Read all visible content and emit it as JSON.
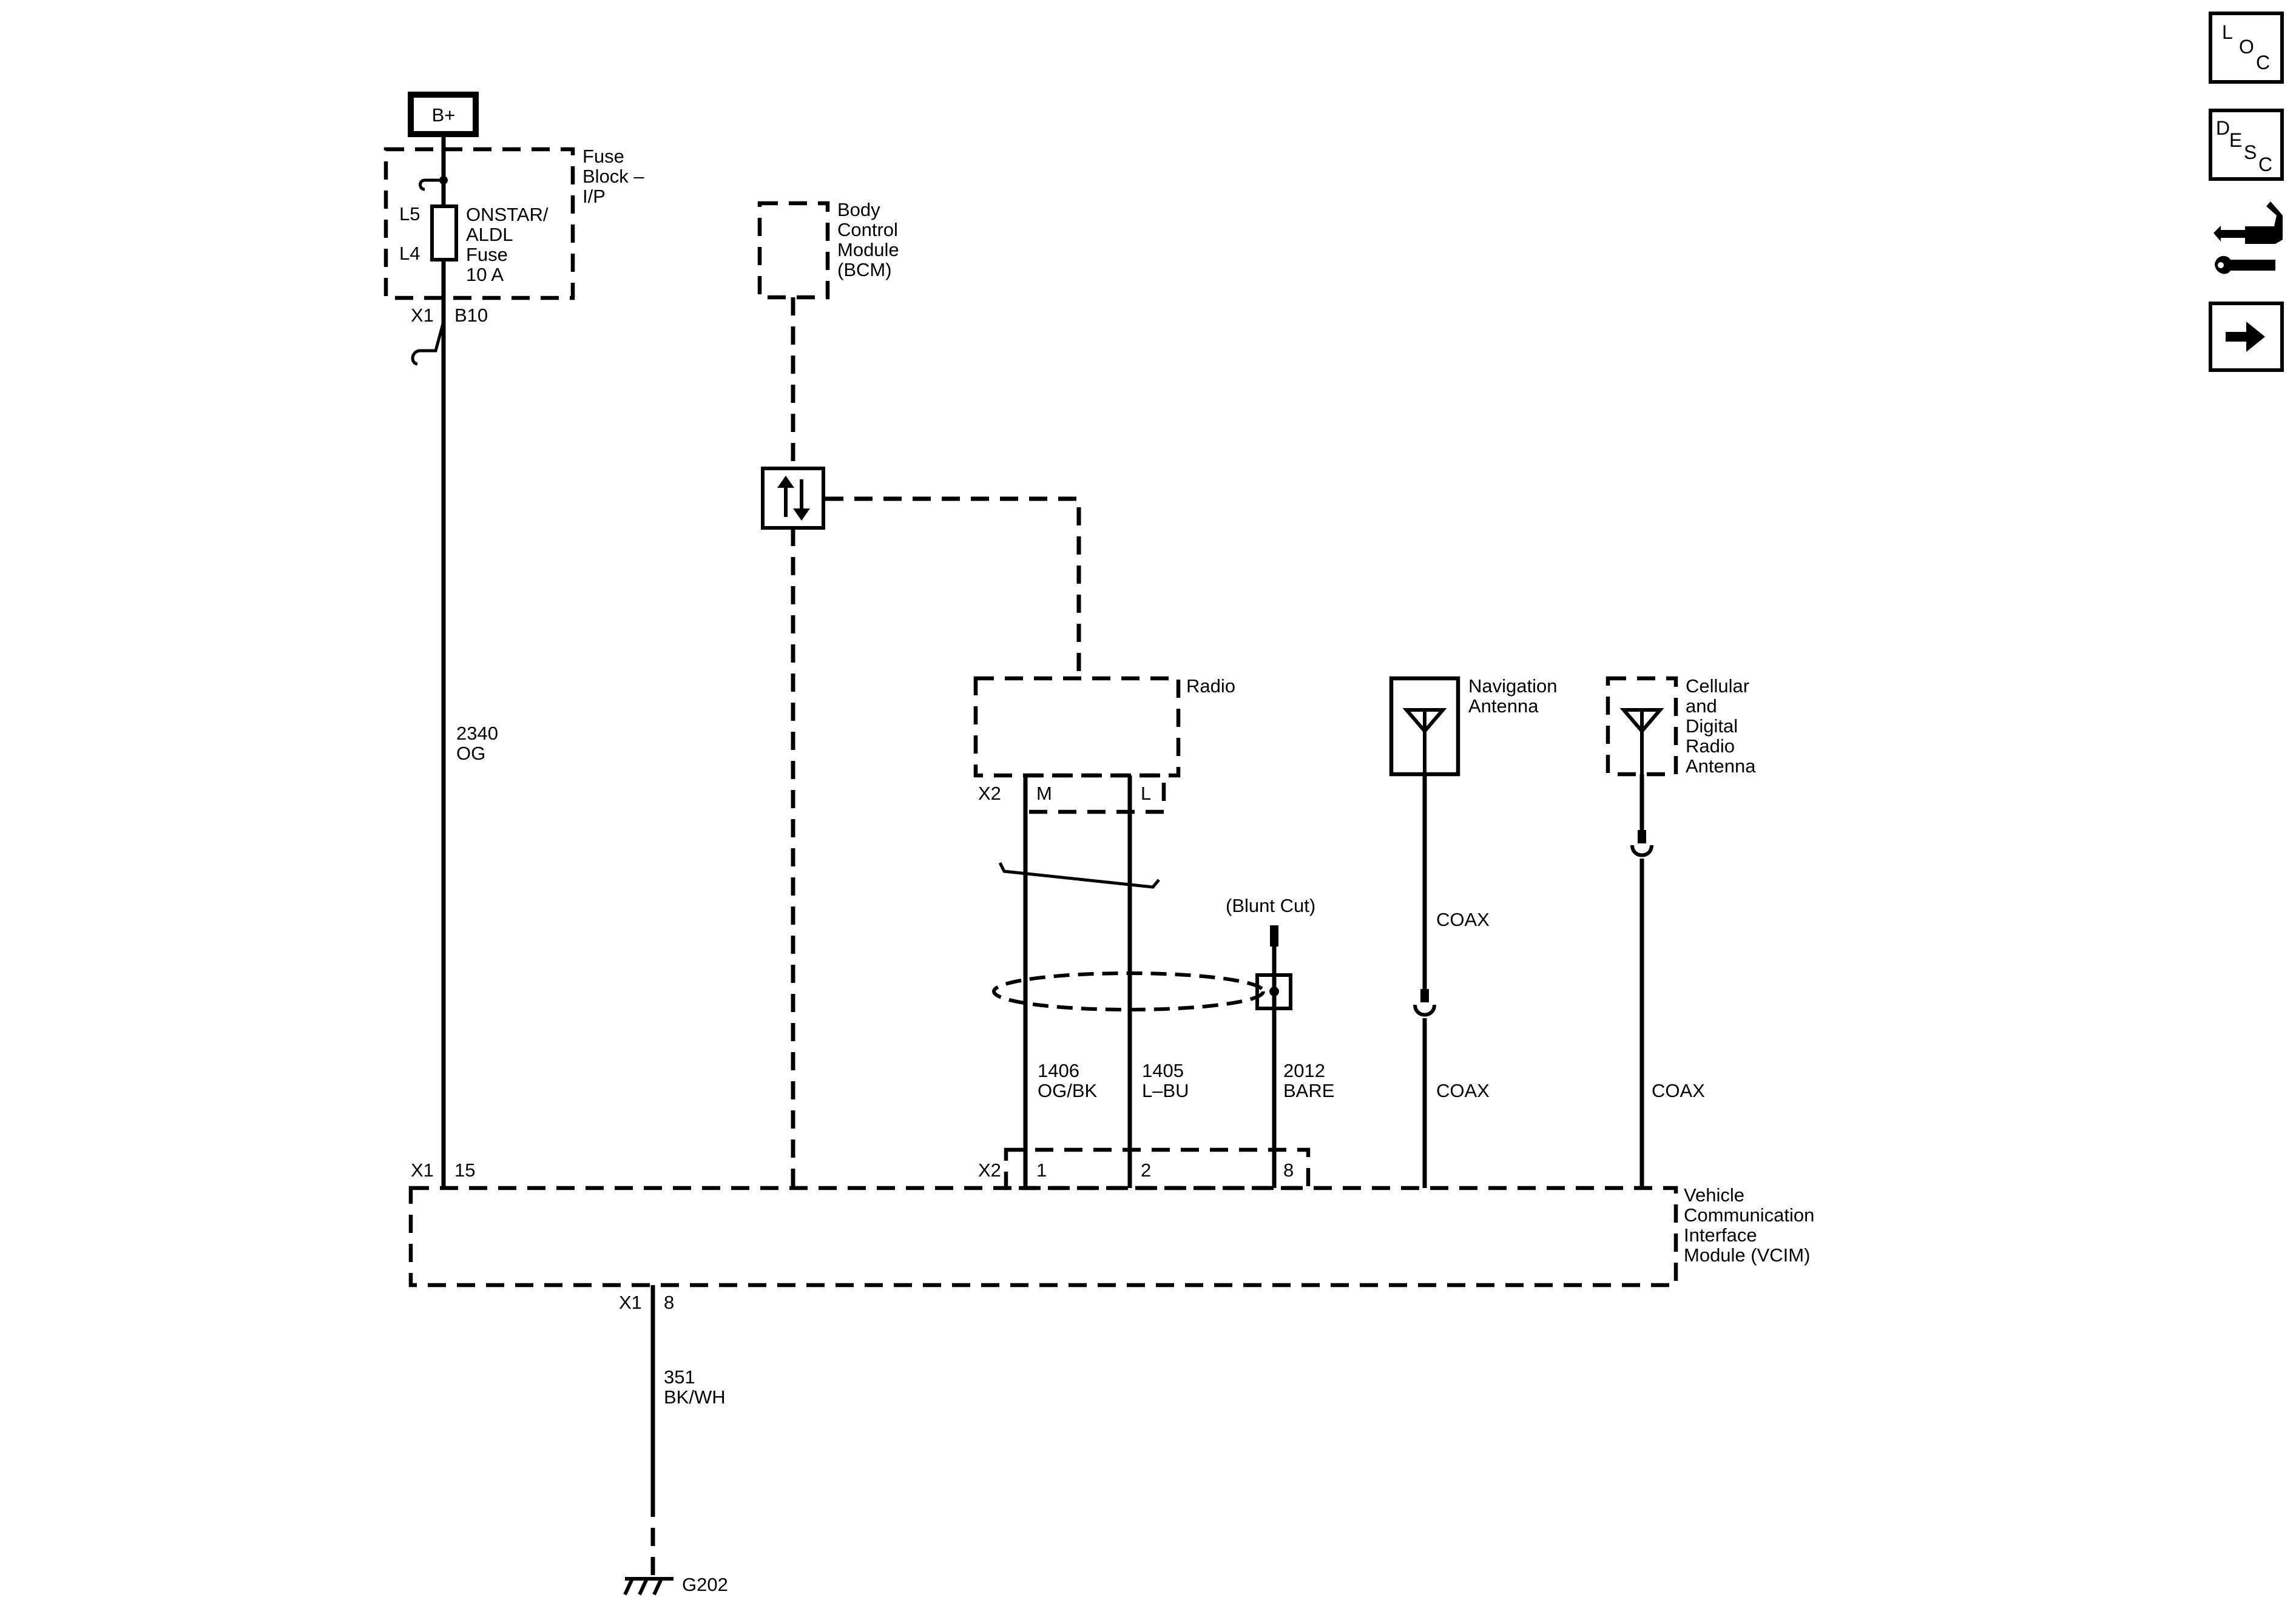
{
  "side_icons": {
    "loc": [
      "L",
      "O",
      "C"
    ],
    "desc": [
      "D",
      "E",
      "S",
      "C"
    ]
  },
  "power": {
    "label": "B+"
  },
  "fuse_block": {
    "title_lines": [
      "Fuse",
      "Block –",
      "I/P"
    ],
    "left_pins": [
      "L5",
      "L4"
    ],
    "fuse_lines": [
      "ONSTAR/",
      "ALDL",
      "Fuse",
      "10 A"
    ],
    "conn_id": "X1",
    "conn_pin": "B10"
  },
  "bcm": {
    "title_lines": [
      "Body",
      "Control",
      "Module",
      "(BCM)"
    ]
  },
  "radio": {
    "title": "Radio",
    "conn_id": "X2",
    "pins": [
      "M",
      "L"
    ]
  },
  "blunt_cut": {
    "label": "(Blunt Cut)"
  },
  "nav_antenna": {
    "title_lines": [
      "Navigation",
      "Antenna"
    ]
  },
  "cell_antenna": {
    "title_lines": [
      "Cellular",
      "and",
      "Digital",
      "Radio",
      "Antenna"
    ]
  },
  "wires": {
    "w2340": [
      "2340",
      "OG"
    ],
    "w1406": [
      "1406",
      "OG/BK"
    ],
    "w1405": [
      "1405",
      "L–BU"
    ],
    "w2012": [
      "2012",
      "BARE"
    ],
    "w351": [
      "351",
      "BK/WH"
    ],
    "coax": "COAX"
  },
  "vcim": {
    "title_lines": [
      "Vehicle",
      "Communication",
      "Interface",
      "Module (VCIM)"
    ],
    "x1_id": "X1",
    "x1_pin": "15",
    "x2_id": "X2",
    "x2_pins": [
      "1",
      "2",
      "8"
    ],
    "gnd_conn_id": "X1",
    "gnd_conn_pin": "8"
  },
  "ground": {
    "label": "G202"
  }
}
